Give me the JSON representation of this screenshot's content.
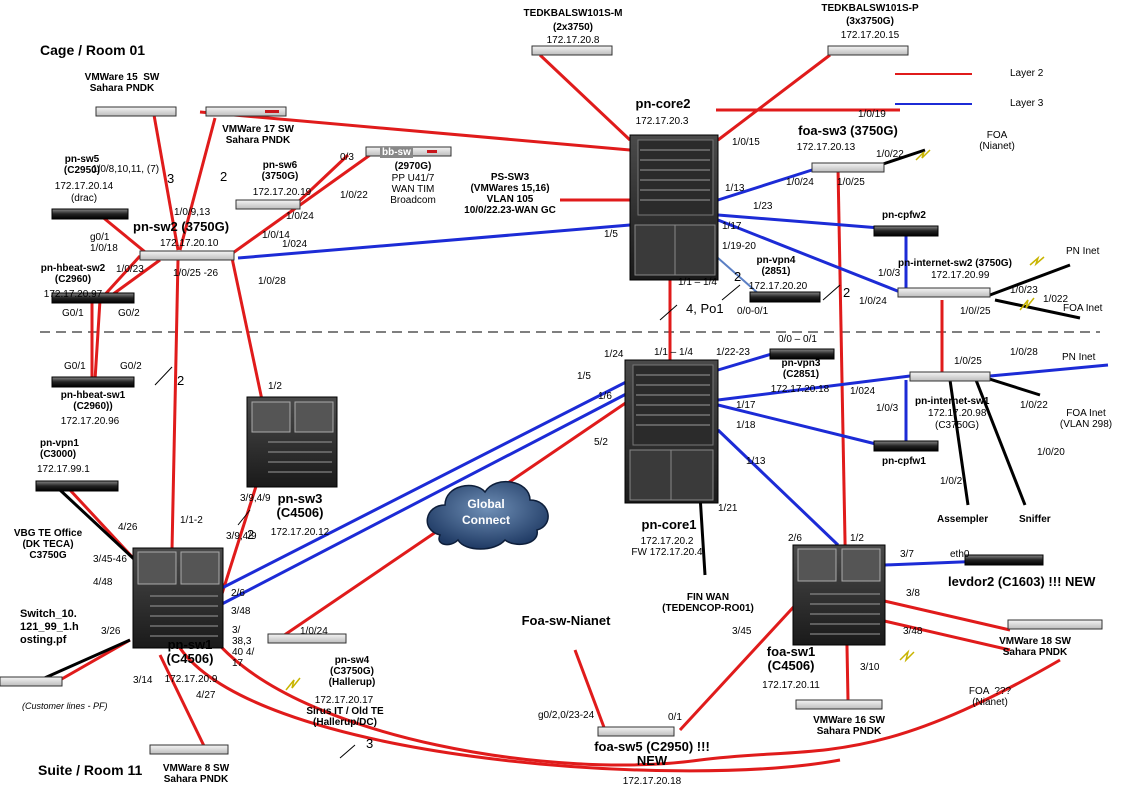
{
  "labels": {
    "cage_room": "Cage / Room 01",
    "suite_room": "Suite / Room 11",
    "legend_l2": "Layer 2",
    "legend_l3": "Layer 3",
    "legend_l2_color": "#e01b1b",
    "legend_l3_color": "#1c2bd6",
    "global_connect": "Global\nConnect",
    "foa_sw_nianet": "Foa-sw-Nianet",
    "customer_lines": "(Customer lines - PF)"
  },
  "devices": {
    "tedk_m": {
      "name": "TEDKBALSW101S-M",
      "model": "(2x3750)",
      "ip": "172.17.20.8"
    },
    "tedk_p": {
      "name": "TEDKBALSW101S-P",
      "model": "(3x3750G)",
      "ip": "172.17.20.15"
    },
    "vmware15": {
      "name": "VMWare 15  SW\nSahara PNDK"
    },
    "vmware17": {
      "name": "VMWare 17 SW\nSahara PNDK"
    },
    "pn_sw5": {
      "name": "pn-sw5\n(C2950)",
      "ip": "172.17.20.14",
      "note": "(drac)"
    },
    "pn_sw6": {
      "name": "pn-sw6\n(3750G)",
      "ip": "172.17.20.19"
    },
    "bb_sw": {
      "name": "bb-sw",
      "model": "(2970G)",
      "note": "PP U41/7\nWAN TIM\nBroadcom"
    },
    "pn_sw2": {
      "name": "pn-sw2 (3750G)",
      "ip": "172.17.20.10"
    },
    "pn_hbeat_sw2": {
      "name": "pn-hbeat-sw2\n(C2960)",
      "ip": "172.17.20.97"
    },
    "pn_hbeat_sw1": {
      "name": "pn-hbeat-sw1\n(C2960))",
      "ip": "172.17.20.96"
    },
    "pn_vpn1": {
      "name": "pn-vpn1\n(C3000)",
      "ip": "172.17.99.1"
    },
    "vbg": {
      "name": "VBG TE Office\n(DK TECA)\nC3750G"
    },
    "switch10": {
      "name": "Switch_10.\n121_99_1.h\nosting.pf"
    },
    "pn_sw1": {
      "name": "pn-sw1\n(C4506)",
      "ip": "172.17.20.9"
    },
    "vmware8": {
      "name": "VMWare 8 SW\nSahara PNDK"
    },
    "pn_sw3": {
      "name": "pn-sw3\n(C4506)",
      "ip": "172.17.20.12"
    },
    "pn_sw4": {
      "name": "pn-sw4\n(C3750G)\n(Hallerup)",
      "ip": "172.17.20.17",
      "note": "Sirus IT / Old TE\n(Hallerup/DC)"
    },
    "pn_core2": {
      "name": "pn-core2",
      "ip": "172.17.20.3"
    },
    "ps_sw3": {
      "name": "PS-SW3\n(VMWares 15,16)\nVLAN 105\n10/0/22.23-WAN GC"
    },
    "pn_core1": {
      "name": "pn-core1",
      "ip": "172.17.20.2",
      "fw": "FW 172.17.20.4"
    },
    "fin_wan": {
      "name": "FIN WAN\n(TEDENCOP-RO01)"
    },
    "foa_sw3": {
      "name": "foa-sw3 (3750G)",
      "ip": "172.17.20.13"
    },
    "foa_nianet_top": {
      "name": "FOA\n(Nianet)"
    },
    "pn_cpfw2": {
      "name": "pn-cpfw2"
    },
    "pn_cpfw1": {
      "name": "pn-cpfw1"
    },
    "pn_vpn4": {
      "name": "pn-vpn4\n(2851)",
      "ip": "172.17.20.20"
    },
    "pn_vpn3": {
      "name": "pn-vpn3\n(C2851)",
      "ip": "172.17.20.18"
    },
    "pn_internet_sw2": {
      "name": "pn-internet-sw2 (3750G)",
      "ip": "172.17.20.99"
    },
    "pn_internet_sw1": {
      "name": "pn-internet-sw1",
      "ip": "172.17.20.98",
      "model": "(C3750G)"
    },
    "pn_inet_top": {
      "name": "PN Inet"
    },
    "foa_inet_top": {
      "name": "FOA Inet"
    },
    "pn_inet_mid": {
      "name": "PN Inet"
    },
    "foa_inet_vlan": {
      "name": "FOA Inet\n(VLAN 298)"
    },
    "assempler": {
      "name": "Assempler"
    },
    "sniffer": {
      "name": "Sniffer"
    },
    "levdor2": {
      "name": "levdor2 (C1603) !!! NEW",
      "port": "eth0"
    },
    "foa_sw1": {
      "name": "foa-sw1\n(C4506)",
      "ip": "172.17.20.11"
    },
    "vmware18": {
      "name": "VMWare 18 SW\nSahara PNDK"
    },
    "vmware16": {
      "name": "VMWare 16 SW\nSahara PNDK"
    },
    "foa_nianet_bot": {
      "name": "FOA  ???\n(Nianet)"
    },
    "foa_sw5": {
      "name": "foa-sw5 (C2950) !!!\nNEW",
      "ip": "172.17.20.18"
    }
  },
  "ports": [
    "1/0/8,10,11, (7)",
    "3",
    "2",
    "0/3",
    "1/0/9,13",
    "1/0/22",
    "1/0/24",
    "1/0/14",
    "1/024",
    "g0/1",
    "1/0/18",
    "1/0/23",
    "1/0/25 -26",
    "1/0/28",
    "G0/1",
    "G0/2",
    "G0/1",
    "G0/2",
    "2",
    "1/2",
    "3/9,4/9",
    "3/9,4/9",
    "2",
    "1/1-2",
    "4/26",
    "3/45-46",
    "4/48",
    "3/26",
    "2/6",
    "3/48",
    "3/14",
    "4/27",
    "3/\n38,3\n40 4/\n17",
    "1/0/24",
    "3",
    "1/0/15",
    "1/0/19",
    "1/13",
    "1/23",
    "1/5",
    "1/17",
    "1/19-20",
    "2",
    "1/1 – 1/4",
    "4, Po1",
    "0/0-0/1",
    "1/0/22",
    "1/0/24",
    "1/0/25",
    "1/0/3",
    "1/0/24",
    "2",
    "1/0/23",
    "1/022",
    "1/0//25",
    "0/0 – 0/1",
    "1/24",
    "1/1 – 1/4",
    "1/22-23",
    "1/5",
    "1/6",
    "5/2",
    "1/17",
    "1/18",
    "1/13",
    "1/21",
    "1/0/25",
    "1/0/28",
    "1/024",
    "1/0/3",
    "1/0/22",
    "1/0/2",
    "1/0/20",
    "2/6",
    "1/2",
    "3/7",
    "3/8",
    "3/45",
    "3/48",
    "3/10",
    "g0/2,0/23-24",
    "0/1"
  ]
}
